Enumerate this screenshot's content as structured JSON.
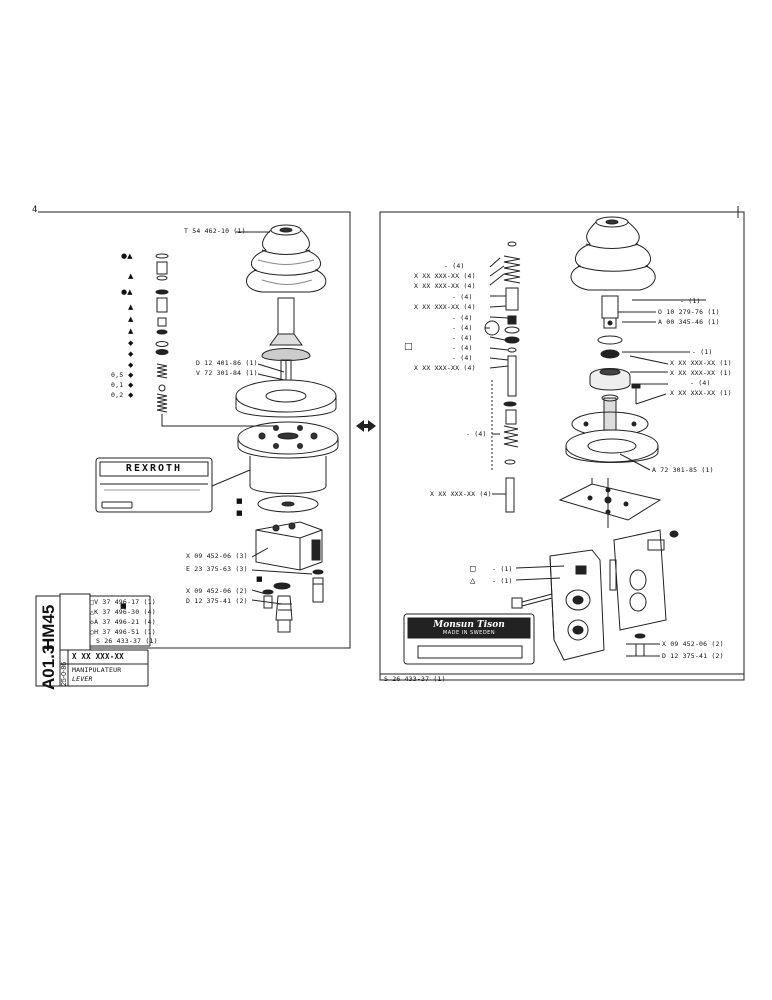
{
  "left_panel": {
    "labels": {
      "top": "T 54 462-10 (1)",
      "d12401": "D 12 401-86 (1)",
      "v72301": "V 72 301-84 (1)",
      "x09452_3": "X 09 452-06 (3)",
      "e23375": "E 23 375-63 (3)",
      "x09452_2": "X 09 452-06 (2)",
      "d12375": "D 12 375-41 (2)"
    },
    "spring_values": [
      "0,5",
      "0,1",
      "0,2"
    ],
    "rexroth_brand": "REXROTH",
    "parts_list": [
      {
        "sym": "□",
        "text": "V 37 496-17 (1)"
      },
      {
        "sym": "△",
        "text": "K 37 496-30 (4)"
      },
      {
        "sym": "◇",
        "text": "A 37 496-21 (4)"
      },
      {
        "sym": "○",
        "text": "H 37 496-51 (1)"
      },
      {
        "sym": "",
        "text": "S 26 433-37 (1)"
      }
    ]
  },
  "title_block": {
    "model": "HM45",
    "page": "A01.3",
    "date": "25-0-86",
    "code": "X XX XXX-XX",
    "name_fr": "MANIPULATEUR",
    "name_en": "LEVER"
  },
  "right_panel": {
    "left_labels": [
      "- (4)",
      "X XX XXX-XX (4)",
      "X XX XXX-XX (4)",
      "- (4)",
      "X XX XXX-XX (4)",
      "- (4)",
      "- (4)",
      "- (4)",
      "- (4)",
      "- (4)",
      "X XX XXX-XX (4)"
    ],
    "mid_group_label": "- (4)",
    "bottom_left_label": "X XX XXX-XX (4)",
    "right_labels": [
      "- (1)",
      "O 10 279-76 (1)",
      "A 00 345-46 (1)",
      "- (1)",
      "X XX XXX-XX (1)",
      "X XX XXX-XX (1)",
      "- (4)",
      "X XX XXX-XX (1)"
    ],
    "a72301": "A 72 301-85 (1)",
    "sym_labels": [
      {
        "sym": "□",
        "text": "- (1)"
      },
      {
        "sym": "△",
        "text": "- (1)"
      }
    ],
    "x09452": "X 09 452-06 (2)",
    "d12375": "D 12 375-41 (2)",
    "plate_brand": "Monsun Tison",
    "plate_sub": "MADE IN SWEDEN",
    "footer": "S 26 433-37 (1)"
  }
}
